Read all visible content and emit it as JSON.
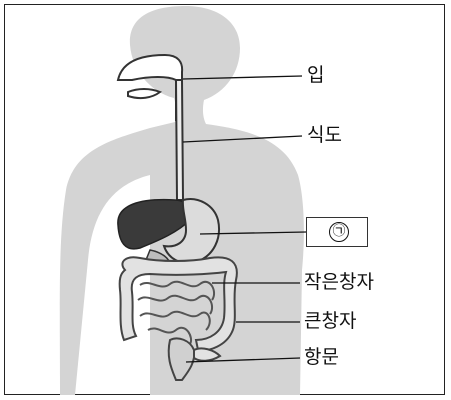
{
  "labels": {
    "mouth": "입",
    "esophagus": "식도",
    "stomach_blank": "㉠",
    "small_intestine": "작은창자",
    "large_intestine": "큰창자",
    "anus": "항문"
  }
}
